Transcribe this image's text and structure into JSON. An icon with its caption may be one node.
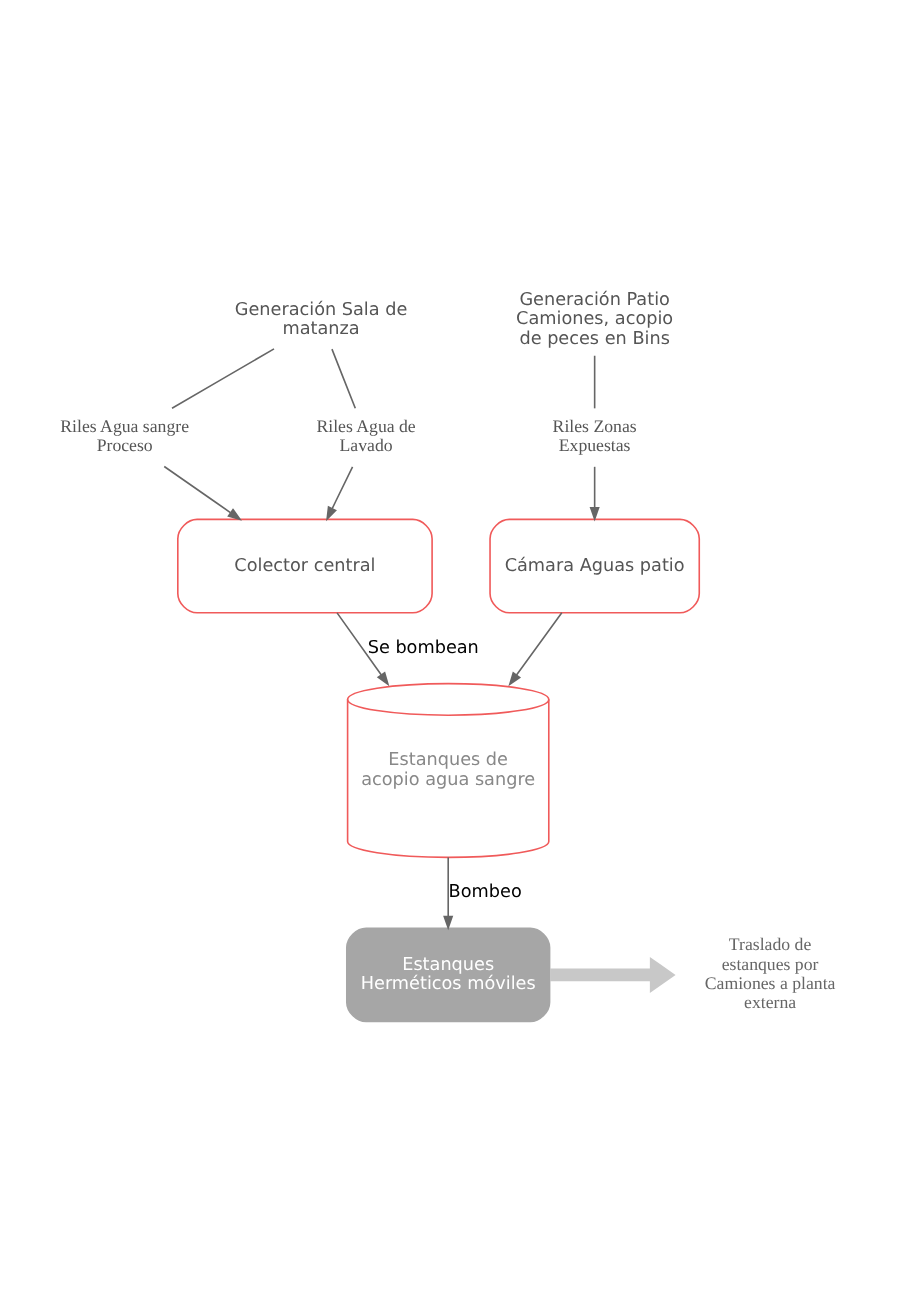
{
  "diagram": {
    "nodes": [
      {
        "text": [
          "Generación Sala de matanza"
        ]
      },
      {
        "text": [
          "Riles Agua sangre Proceso"
        ]
      },
      {
        "text": [
          "Riles Agua de Lavado"
        ]
      },
      {
        "text": [
          "Generación Patio Camiones, acopio de peces en Bins"
        ]
      },
      {
        "text": [
          "Riles Zonas Expuestas"
        ]
      },
      {
        "text": [
          "Colector central"
        ]
      },
      {
        "text": [
          "Cámara Aguas patio"
        ]
      },
      {
        "text": [
          "Estanques de acopio agua sangre"
        ]
      },
      {
        "text": [
          "Estanques Herméticos móviles"
        ]
      },
      {
        "text": [
          "Traslado de estanques por Camiones a planta externa"
        ]
      }
    ],
    "edges": [
      {
        "from": 0,
        "to": 1,
        "arrow": "none"
      },
      {
        "from": 0,
        "to": 2,
        "arrow": "none"
      },
      {
        "from": 3,
        "to": 4,
        "arrow": "none"
      },
      {
        "from": 1,
        "to": 5,
        "arrow": "to"
      },
      {
        "from": 2,
        "to": 5,
        "arrow": "to"
      },
      {
        "from": 4,
        "to": 6,
        "arrow": "to"
      },
      {
        "from": 5,
        "to": 7,
        "arrow": "to",
        "label": "Se bombean"
      },
      {
        "from": 6,
        "to": 7,
        "arrow": "to"
      },
      {
        "from": 7,
        "to": 8,
        "arrow": "to",
        "label": "Bombeo"
      },
      {
        "from": 8,
        "to": 9,
        "arrow": "to",
        "style": "thick",
        "color": "#c8c8c8"
      }
    ]
  }
}
